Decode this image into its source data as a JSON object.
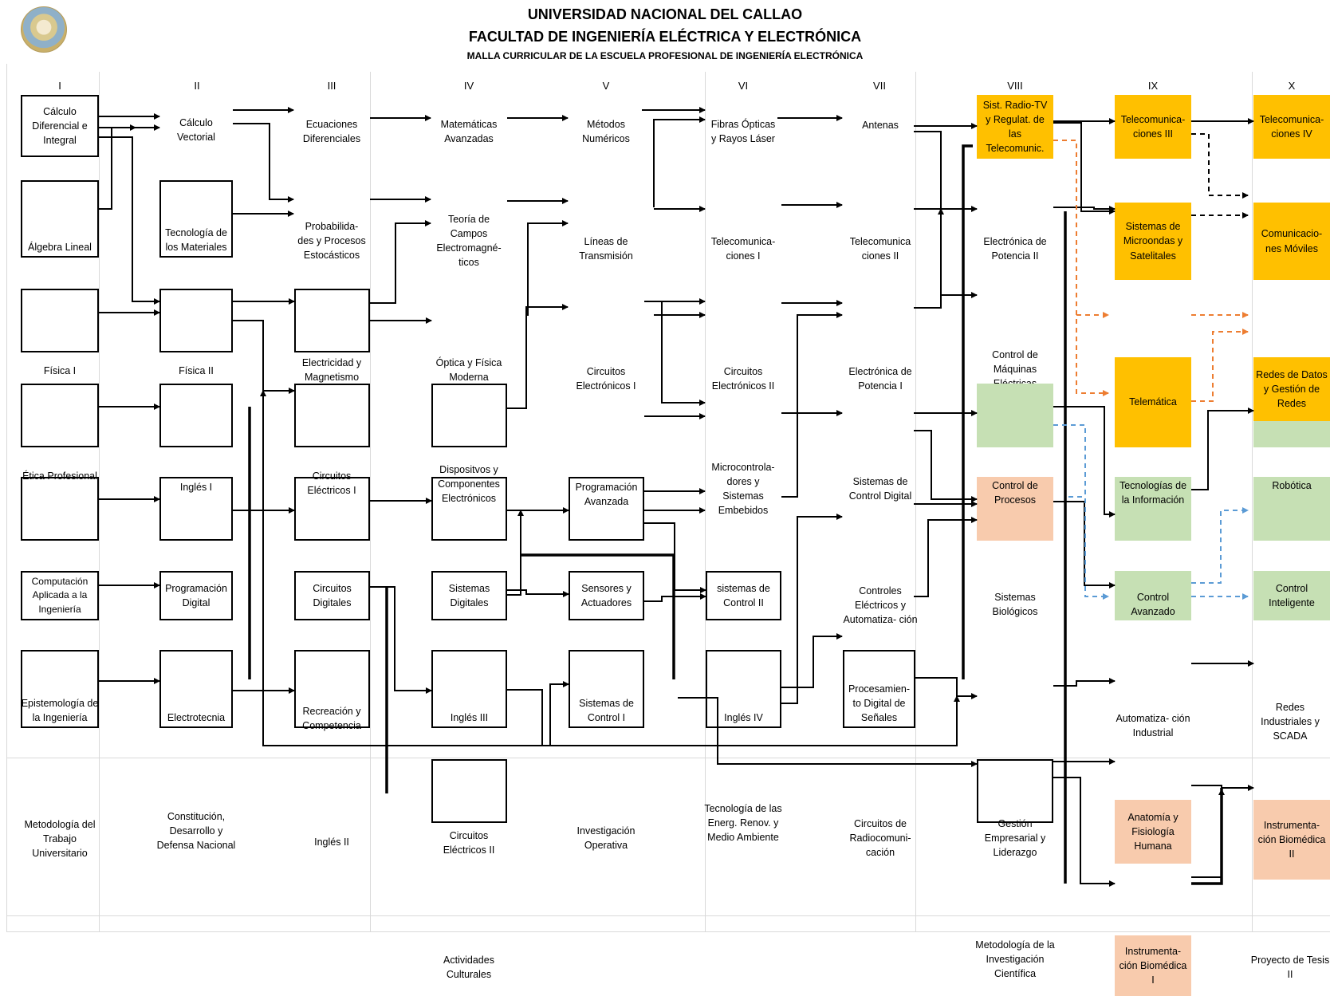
{
  "header": {
    "line1": "UNIVERSIDAD NACIONAL DEL CALLAO",
    "line2": "FACULTAD DE INGENIERÍA ELÉCTRICA Y  ELECTRÓNICA",
    "line3": "MALLA CURRICULAR DE LA ESCUELA PROFESIONAL DE INGENIERÍA  ELECTRÓNICA"
  },
  "logo": {
    "name": "university-seal"
  },
  "semesters": [
    "I",
    "II",
    "III",
    "IV",
    "V",
    "VI",
    "VII",
    "VIII",
    "IX",
    "X"
  ],
  "courses": {
    "c_calculo_dif": "Cálculo Diferencial e Integral",
    "c_algebra": "Álgebra Lineal",
    "c_fisica1": "Física I",
    "c_etica": "Ética Profesional",
    "c_computacion": "Computación Aplicada a la Ingeniería",
    "c_epistemologia": "Epistemología de la Ingeniería",
    "c_metodologia": "Metodología del Trabajo Universitario",
    "c_calculo_vec": "Cálculo Vectorial",
    "c_tecmat": "Tecnología de los Materiales",
    "c_fisica2": "Física II",
    "c_ingles1": "Inglés I",
    "c_progdig": "Programación Digital",
    "c_electrotecnia": "Electrotecnia",
    "c_constitucion": "Constitución, Desarrollo y Defensa Nacional",
    "c_ecuaciones": "Ecuaciones Diferenciales",
    "c_probabilidades": "Probabilida- des y Procesos Estocásticos",
    "c_electricidad": "Electricidad y Magnetismo",
    "c_circelec1": "Circuitos Eléctricos I",
    "c_circdig": "Circuitos Digitales",
    "c_recreacion": "Recreación y Competencia",
    "c_ingles2": "Inglés II",
    "c_matavanz": "Matemáticas Avanzadas",
    "c_teoriacampos": "Teoría de Campos Electromagné- ticos",
    "c_optica": "Óptica y Física Moderna",
    "c_dispositivos": "Dispositvos  y Componentes Electrónicos",
    "c_sistdig": "Sistemas Digitales",
    "c_ingles3": "Inglés III",
    "c_circelec2": "Circuitos Eléctricos II",
    "c_actividades": "Actividades Culturales",
    "c_metnum": "Métodos Numéricos",
    "c_lineas": "Líneas de Transmisión",
    "c_circelectronicos1": "Circuitos Electrónicos I",
    "c_progavanz": "Programación Avanzada",
    "c_sensores": "Sensores y Actuadores",
    "c_sistcontrol1": "Sistemas de Control I",
    "c_investop": "Investigación Operativa",
    "c_fibras": "Fibras Ópticas y Rayos Láser",
    "c_telecom1": "Telecomunica- ciones I",
    "c_circelectronicos2": "Circuitos Electrónicos II",
    "c_microcontroladores": "Microcontrola- dores y Sistemas Embebidos",
    "c_sistcontrol2": "sistemas de Control II",
    "c_ingles4": "Inglés IV",
    "c_tecenerg": "Tecnología de las Energ. Renov. y Medio Ambiente",
    "c_antenas": "Antenas",
    "c_telecom2": "Telecomunica ciones II",
    "c_elecpot1": "Electrónica de Potencia I",
    "c_sistcontroldig": "Sistemas de Control Digital",
    "c_controleselec": "Controles Eléctricos y Automatiza- ción",
    "c_procdigital": "Procesamien- to Digital de Señales",
    "c_circradio": "Circuitos de Radiocomuni- cación",
    "c_sistradio": "Sist. Radio-TV y Regulat. de las Telecomunic.",
    "c_elecpot2": "Electrónica de Potencia II",
    "c_controlmaq": "Control de Máquinas Eléctricas",
    "c_controlproc": "Control de Procesos",
    "c_sistbio": "Sistemas Biológicos",
    "c_gestion": "Gestión Empresarial y Liderazgo",
    "c_metinv": "Metodología de la Investigación Científica",
    "c_telecom3": "Telecomunica- ciones III",
    "c_microondas": "Sistemas  de Microondas y Satelitales",
    "c_telematica": "Telemática",
    "c_tecinfo": "Tecnologías de la Información",
    "c_controlavanz": "Control Avanzado",
    "c_automatizacion": "Automatiza- ción Industrial",
    "c_anatomia": "Anatomía y Fisiología Humana",
    "c_instbio1": "Instrumenta- ción Biomédica I",
    "c_telecom4": "Telecomunica- ciones IV",
    "c_commoviles": "Comunicacio- nes Móviles",
    "c_redesdatos": "Redes de Datos y Gestión de Redes",
    "c_robotica": "Robótica",
    "c_controlint": "Control Inteligente",
    "c_redesind": "Redes Industriales y SCADA",
    "c_instbio2": "Instrumenta- ción Biomédica II",
    "c_tesis": "Proyecto de Tesis II"
  },
  "colors": {
    "telecom_track": "#ffc000",
    "control_track": "#c6e0b4",
    "biomedical_track": "#f8cbad",
    "arrow_orange": "#ed7d31",
    "arrow_blue": "#5b9bd5",
    "arrow_black": "#000000"
  }
}
